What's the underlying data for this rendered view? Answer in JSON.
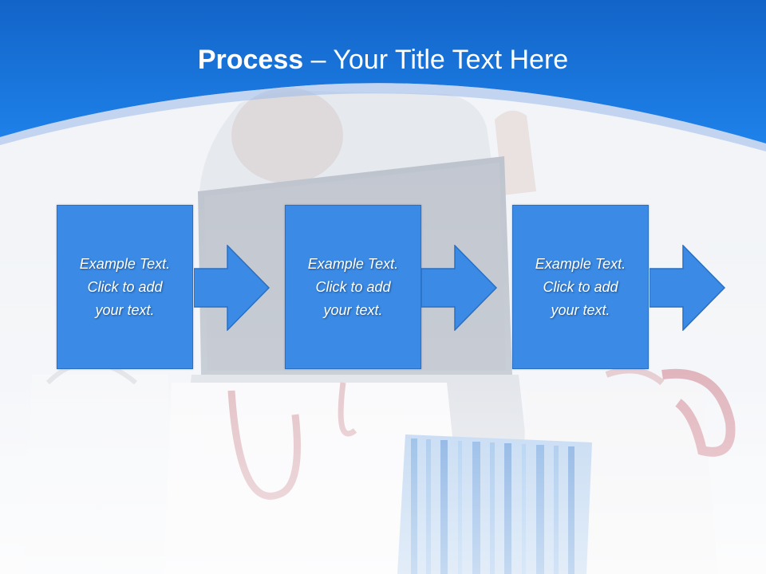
{
  "slide": {
    "title_bold": "Process",
    "title_rest": " – Your Title Text Here",
    "steps": [
      {
        "line1": "Example Text.",
        "line2": "Click  to add",
        "line3": "your text."
      },
      {
        "line1": "Example Text.",
        "line2": "Click  to add",
        "line3": "your text."
      },
      {
        "line1": "Example Text.",
        "line2": "Click  to add",
        "line3": "your text."
      }
    ]
  },
  "colors": {
    "header_blue": "#1a78e0",
    "box_blue": "#3a8ae6",
    "box_border": "#2b6fc0",
    "text": "#ffffff"
  }
}
